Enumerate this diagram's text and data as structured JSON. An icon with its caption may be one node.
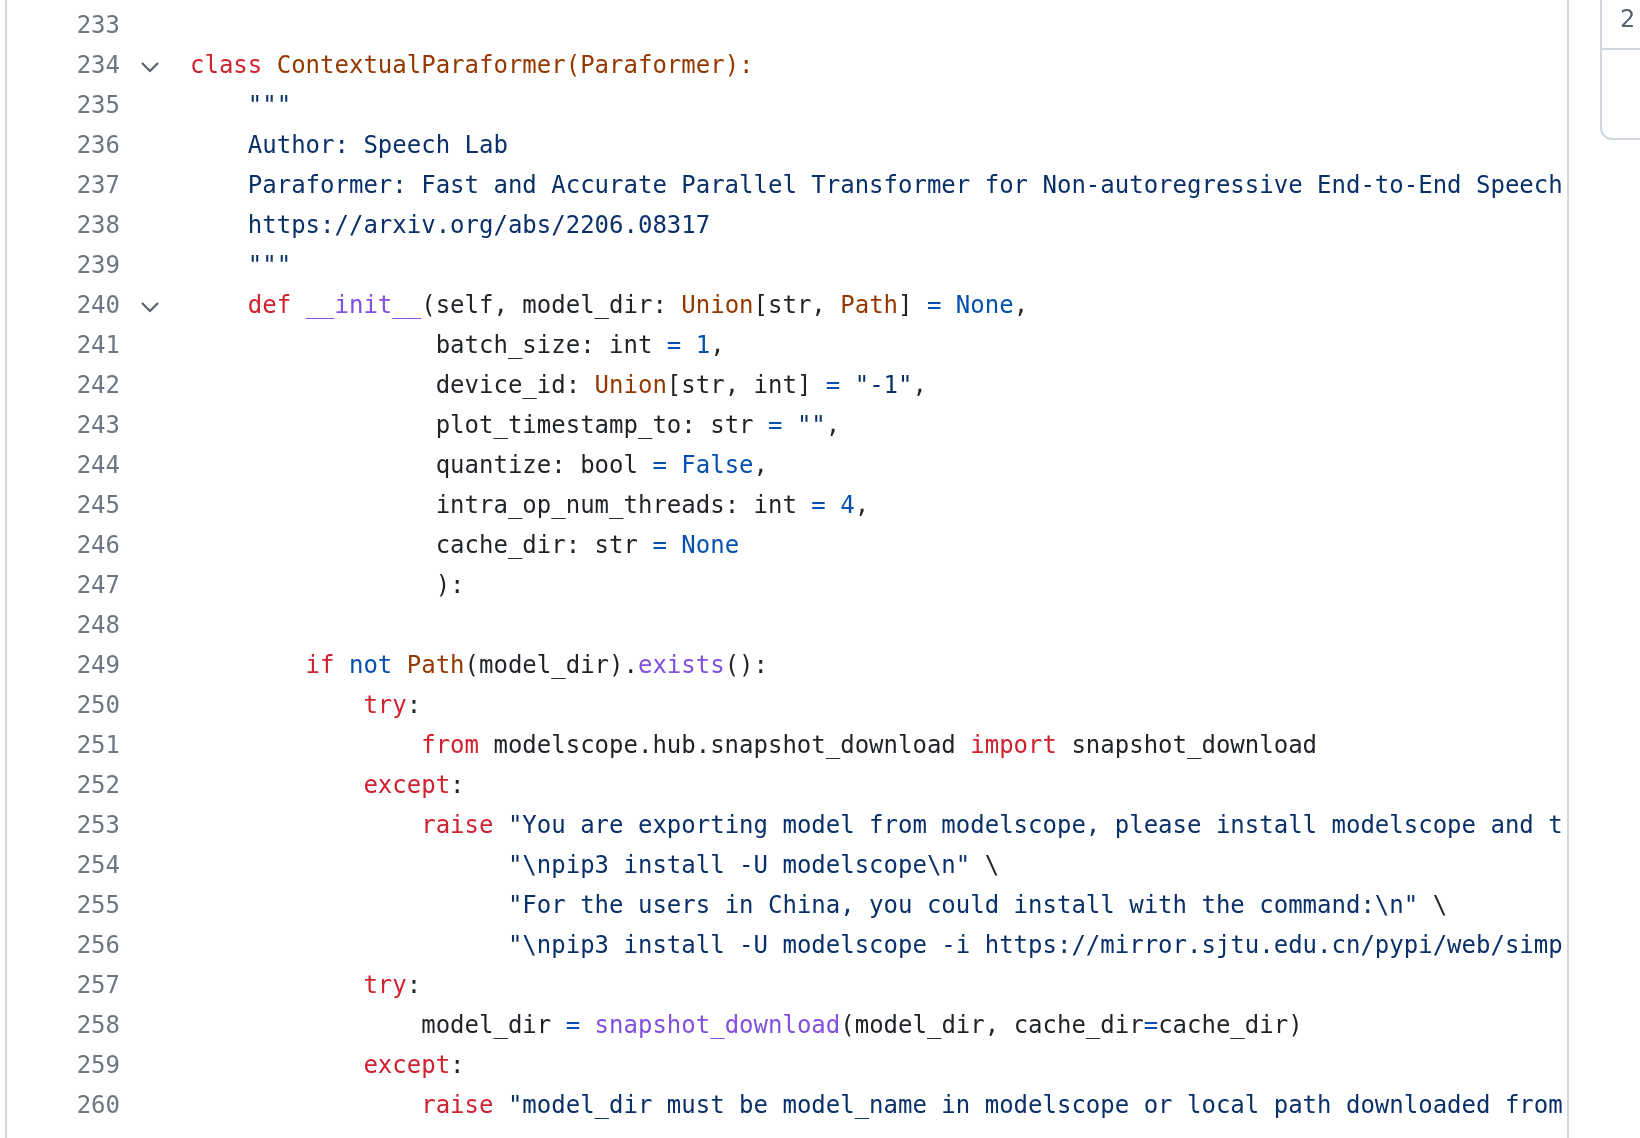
{
  "diagram": {
    "labels": [
      "233",
      "234",
      "class ContextualParaformer(Paraformer):",
      "235",
      "\"\"\"",
      "236",
      "Author: Speech Lab",
      "237",
      "Paraformer: Fast and Accurate Parallel Transformer for Non-autoregressive End-to-End Speech",
      "238",
      "https://arxiv.org/abs/2206.08317",
      "239",
      "\"\"\"",
      "240",
      "def __init__(self, model_dir: Union[str, Path] = None,",
      "241",
      "batch_size: int = 1,",
      "242",
      "device_id: Union[str, int] = \"-1\",",
      "243",
      "plot_timestamp_to: str = \"\",",
      "244",
      "quantize: bool = False,",
      "245",
      "intra_op_num_threads: int = 4,",
      "246",
      "cache_dir: str = None",
      "247",
      "):",
      "248",
      "249",
      "if not Path(model_dir).exists():",
      "250",
      "try:",
      "251",
      "from modelscope.hub.snapshot_download import snapshot_download",
      "252",
      "except:",
      "253",
      "raise \"You are exporting model from modelscope, please install modelscope and t",
      "254",
      "\"\\npip3 install -U modelscope\\n\" \\",
      "255",
      "\"For the users in China, you could install with the command:\\n\" \\",
      "256",
      "\"\\npip3 install -U modelscope -i https://mirror.sjtu.edu.cn/pypi/web/simp",
      "257",
      "try:",
      "258",
      "model_dir = snapshot_download(model_dir, cache_dir=cache_dir)",
      "259",
      "except:",
      "260",
      "raise \"model_dir must be model_name in modelscope or local path downloaded from",
      "2"
    ]
  }
}
